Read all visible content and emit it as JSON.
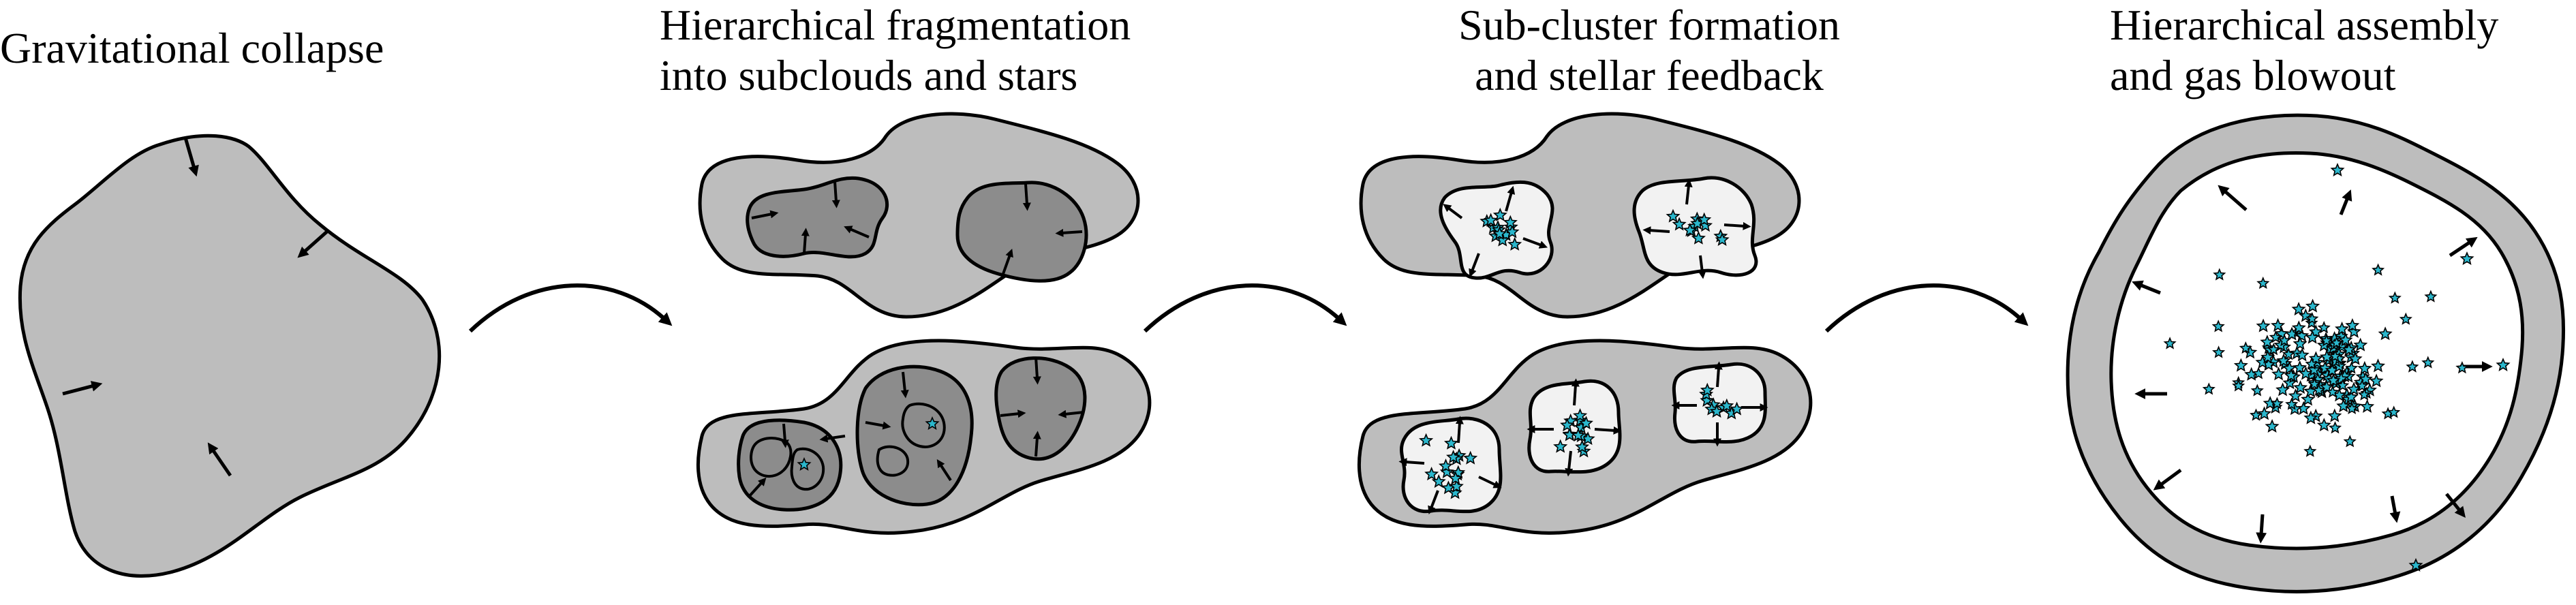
{
  "panels": [
    {
      "id": "collapse",
      "lines": [
        "Gravitational collapse"
      ]
    },
    {
      "id": "fragmentation",
      "lines": [
        "Hierarchical fragmentation",
        "into subclouds and stars"
      ]
    },
    {
      "id": "subcluster",
      "lines": [
        "Sub-cluster formation",
        "and stellar feedback"
      ]
    },
    {
      "id": "assembly",
      "lines": [
        "Hierarchical assembly",
        "and gas blowout"
      ]
    }
  ],
  "colors": {
    "cloud": "#bdbdbd",
    "dense": "#8c8c8c",
    "cavity": "#f2f2f2",
    "star": "#2bb7cc",
    "outline": "#000000"
  }
}
